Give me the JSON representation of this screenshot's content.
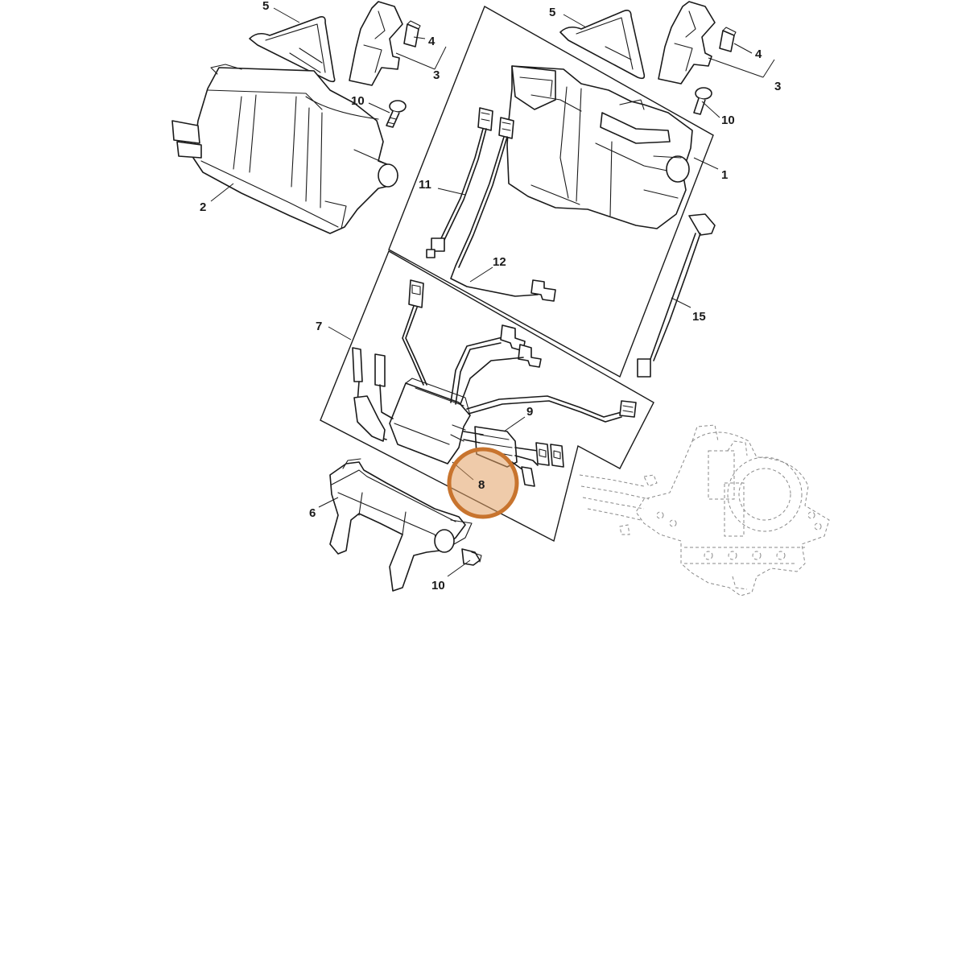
{
  "diagram": {
    "highlight_color": "#c8742e",
    "highlight_fill": "#e2a064",
    "labels": {
      "l5a": "5",
      "l4a": "4",
      "l3a": "3",
      "l10a": "10",
      "l2": "2",
      "l5b": "5",
      "l4b": "4",
      "l3b": "3",
      "l10b": "10",
      "l1": "1",
      "l11": "11",
      "l12": "12",
      "l15": "15",
      "l7": "7",
      "l9": "9",
      "l8": "8",
      "l6": "6",
      "l10c": "10"
    }
  }
}
